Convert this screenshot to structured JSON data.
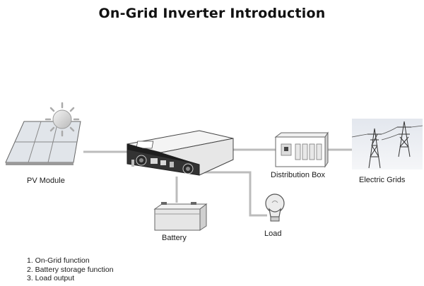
{
  "title": "On-Grid Inverter Introduction",
  "labels": {
    "pv_module": "PV Module",
    "battery": "Battery",
    "load": "Load",
    "distribution_box": "Distribution Box",
    "electric_grids": "Electric Grids"
  },
  "notes": [
    "1. On-Grid function",
    "2. Battery storage function",
    "3. Load output"
  ]
}
